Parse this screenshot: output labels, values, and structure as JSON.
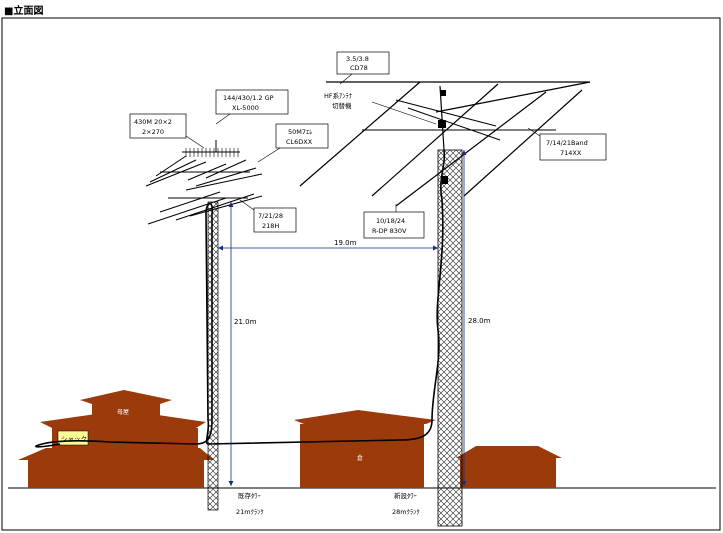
{
  "page_title": "■立面図",
  "labels": {
    "cd78": [
      "3.5/3.8",
      "CD78"
    ],
    "xl5000": [
      "144/430/1.2 GP",
      "XL-5000"
    ],
    "m430": [
      "430M 20×2",
      "2×270"
    ],
    "cl6dxx": [
      "50M7ｴﾚ",
      "CL6DXX"
    ],
    "h218": [
      "7/21/28",
      "218H"
    ],
    "hf_switch": [
      "HF系ｱﾝﾃﾅ",
      "切替機"
    ],
    "b714": [
      "7/14/21Band",
      "714XX"
    ],
    "rdp": [
      "10/18/24",
      "R-DP  830V"
    ]
  },
  "dimensions": {
    "spacing": "19.0m",
    "left_height": "21.0m",
    "right_height": "28.0m"
  },
  "buildings": {
    "main_upper": "母屋",
    "main_lower": "シャック",
    "center": "倉"
  },
  "towers": {
    "existing": [
      "既存ﾀﾜｰ",
      "21mｸﾗﾝｸ"
    ],
    "new": [
      "新設ﾀﾜｰ",
      "28mｸﾗﾝｸ"
    ]
  }
}
